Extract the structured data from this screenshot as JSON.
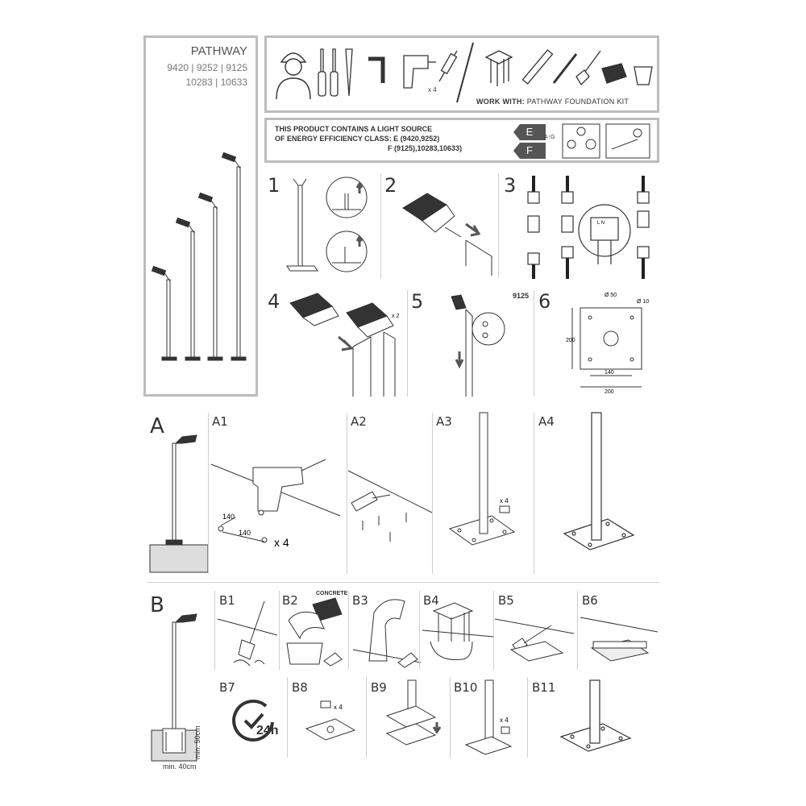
{
  "product": {
    "title": "PATHWAY",
    "codes_line1": "9420 | 9252 | 9125",
    "codes_line2": "10283 | 10633"
  },
  "tools": {
    "drill_qty": "x 4",
    "work_with_label": "WORK WITH:",
    "work_with_value": "PATHWAY FOUNDATION KIT"
  },
  "energy": {
    "line1": "THIS PRODUCT CONTAINS A LIGHT SOURCE",
    "line2": "OF ENERGY EFFICIENCY CLASS: E (9420,9252)",
    "line3": "F (9125),10283,10633)",
    "class_e": "E",
    "class_f": "F",
    "scale": "A↑G"
  },
  "steps": {
    "s1": "1",
    "s2": "2",
    "s3": "3",
    "s4": "4",
    "s5": "5",
    "s6": "6",
    "s4_qty": "x 2",
    "s5_model": "9125",
    "s6_dim_d50": "Ø 50",
    "s6_dim_d10": "Ø 10",
    "s6_dim_200": "200",
    "s6_dim_140": "140",
    "s3_terminal": "L  N"
  },
  "section_a": {
    "letter": "A",
    "a1": "A1",
    "a2": "A2",
    "a3": "A3",
    "a4": "A4",
    "a1_dim_a": "140",
    "a1_dim_b": "140",
    "a1_qty": "x 4",
    "a3_qty": "x 4"
  },
  "section_b": {
    "letter": "B",
    "b1": "B1",
    "b2": "B2",
    "b3": "B3",
    "b4": "B4",
    "b5": "B5",
    "b6": "B6",
    "b7": "B7",
    "b8": "B8",
    "b9": "B9",
    "b10": "B10",
    "b11": "B11",
    "b2_label": "CONCRETE",
    "b7_label": "24h",
    "b8_qty": "x 4",
    "b10_qty": "x 4",
    "depth": "min. 50cm",
    "width": "min. 40cm"
  },
  "colors": {
    "frame": "#bdbdbd",
    "ink": "#333333",
    "arrow": "#555555"
  }
}
